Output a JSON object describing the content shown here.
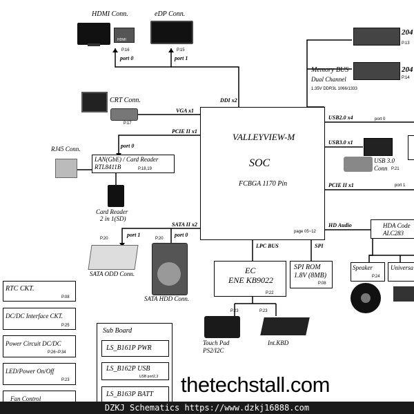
{
  "labels": {
    "hdmi_conn": "HDMI Conn.",
    "hdmi_page": "P.16",
    "hdmi_port": "port 0",
    "hdmi_badge": "HDMI",
    "edp_conn": "eDP Conn.",
    "edp_page": "P.15",
    "edp_port": "port 1",
    "ddi": "DDI x2",
    "crt_conn": "CRT Conn.",
    "crt_page": "P.17",
    "vga": "VGA x1",
    "pcie_left": "PCIE II x1",
    "rj45": "RJ45 Conn.",
    "lan_port": "port 0",
    "lan_line1": "LAN(GbE) / Card Reader",
    "lan_line2": "RTL8411B",
    "lan_page": "P.18,19",
    "card_reader1": "Card Reader",
    "card_reader2": "2 in 1(SD)",
    "sata": "SATA II x2",
    "odd_port": "port 1",
    "hdd_port": "port 0",
    "odd_page": "P.20",
    "hdd_page": "P.20",
    "odd_conn": "SATA ODD Conn.",
    "hdd_conn": "SATA HDD Conn.",
    "soc_line1": "VALLEYVIEW-M",
    "soc_line2": "SOC",
    "soc_line3": "FCBGA 1170 Pin",
    "soc_page": "page 05~12",
    "mem_bus1": "Memory BUS",
    "mem_bus2": "Dual Channel",
    "mem_bus3": "1.35V DDR3L 1066/1333",
    "mem_top_label": "204",
    "mem_top_page": "P.13",
    "mem_bot_label": "204",
    "mem_bot_page": "P.14",
    "usb2": "USB2.0 x4",
    "usb2_port": "port 0",
    "usb3": "USB3.0 x1",
    "usb3_conn1": "USB 3.0",
    "usb3_conn2": "Conn",
    "usb3_page": "P.21",
    "pcie_right": "PCIE II x1",
    "pcie_right_port": "port 1",
    "hd_audio": "HD Audio",
    "hda_line1": "HDA Code",
    "hda_line2": "ALC283",
    "speaker": "Speaker",
    "speaker_page": "P.24",
    "universal": "Universa",
    "lpc": "LPC BUS",
    "spi": "SPI",
    "ec_line1": "EC",
    "ec_line2": "ENE KB9022",
    "ec_page": "P.22",
    "spirom_line1": "SPI ROM",
    "spirom_line2": "1.8V (8MB)",
    "spirom_page": "P.08",
    "tp_page": "P.23",
    "kbd_page": "P.23",
    "touchpad1": "Touch Pad",
    "touchpad2": "PS2/I2C",
    "intkbd": "Int.KBD",
    "rtc": "RTC CKT.",
    "rtc_page": "P.08",
    "dcdc_if": "DC/DC Interface CKT.",
    "dcdc_if_page": "P.25",
    "power_circuit": "Power Circuit DC/DC",
    "power_circuit_page": "P.26~P.34",
    "led_power": "LED/Power On/Off",
    "led_power_page": "P.23",
    "fan_control": "Fan Control",
    "sub_board": "Sub Board",
    "sub1": "LS_B161P  PWR",
    "sub2": "LS_B162P  USB",
    "sub2_note": "USB port2,3",
    "sub3": "LS_B163P  BATT",
    "watermark": "thetechstall.com",
    "footer": "DZKJ Schematics https://www.dzkj16888.com"
  }
}
